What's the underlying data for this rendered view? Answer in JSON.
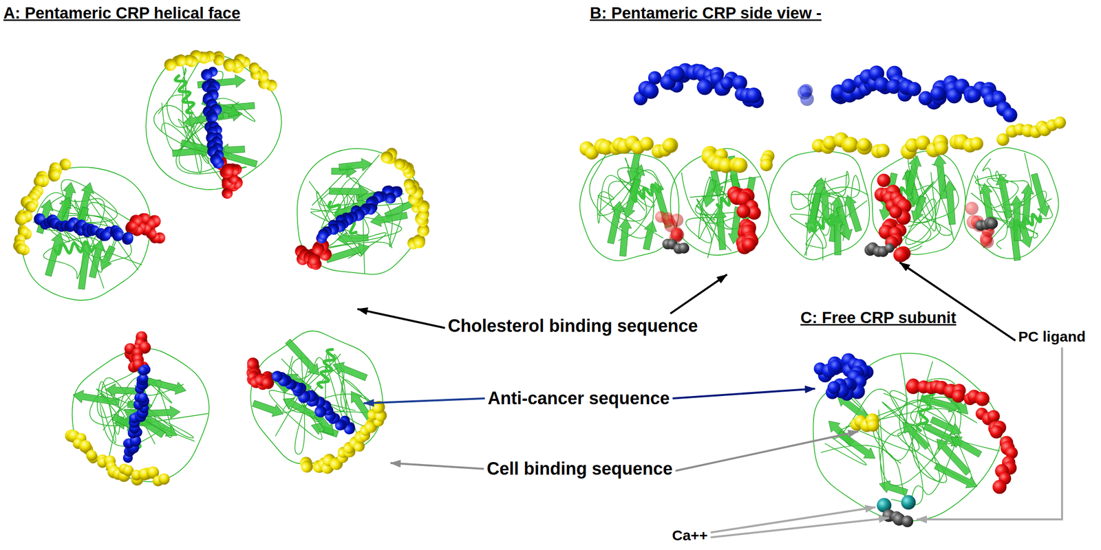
{
  "diagram": {
    "labels": [
      "A: Pentameric CRP helical face",
      "B: Pentameric CRP side view -",
      "Cholesterol binding sequence",
      "C: Free CRP subunit",
      "PC ligand",
      "Anti-cancer sequence",
      "Cell binding sequence",
      "Ca++"
    ]
  }
}
